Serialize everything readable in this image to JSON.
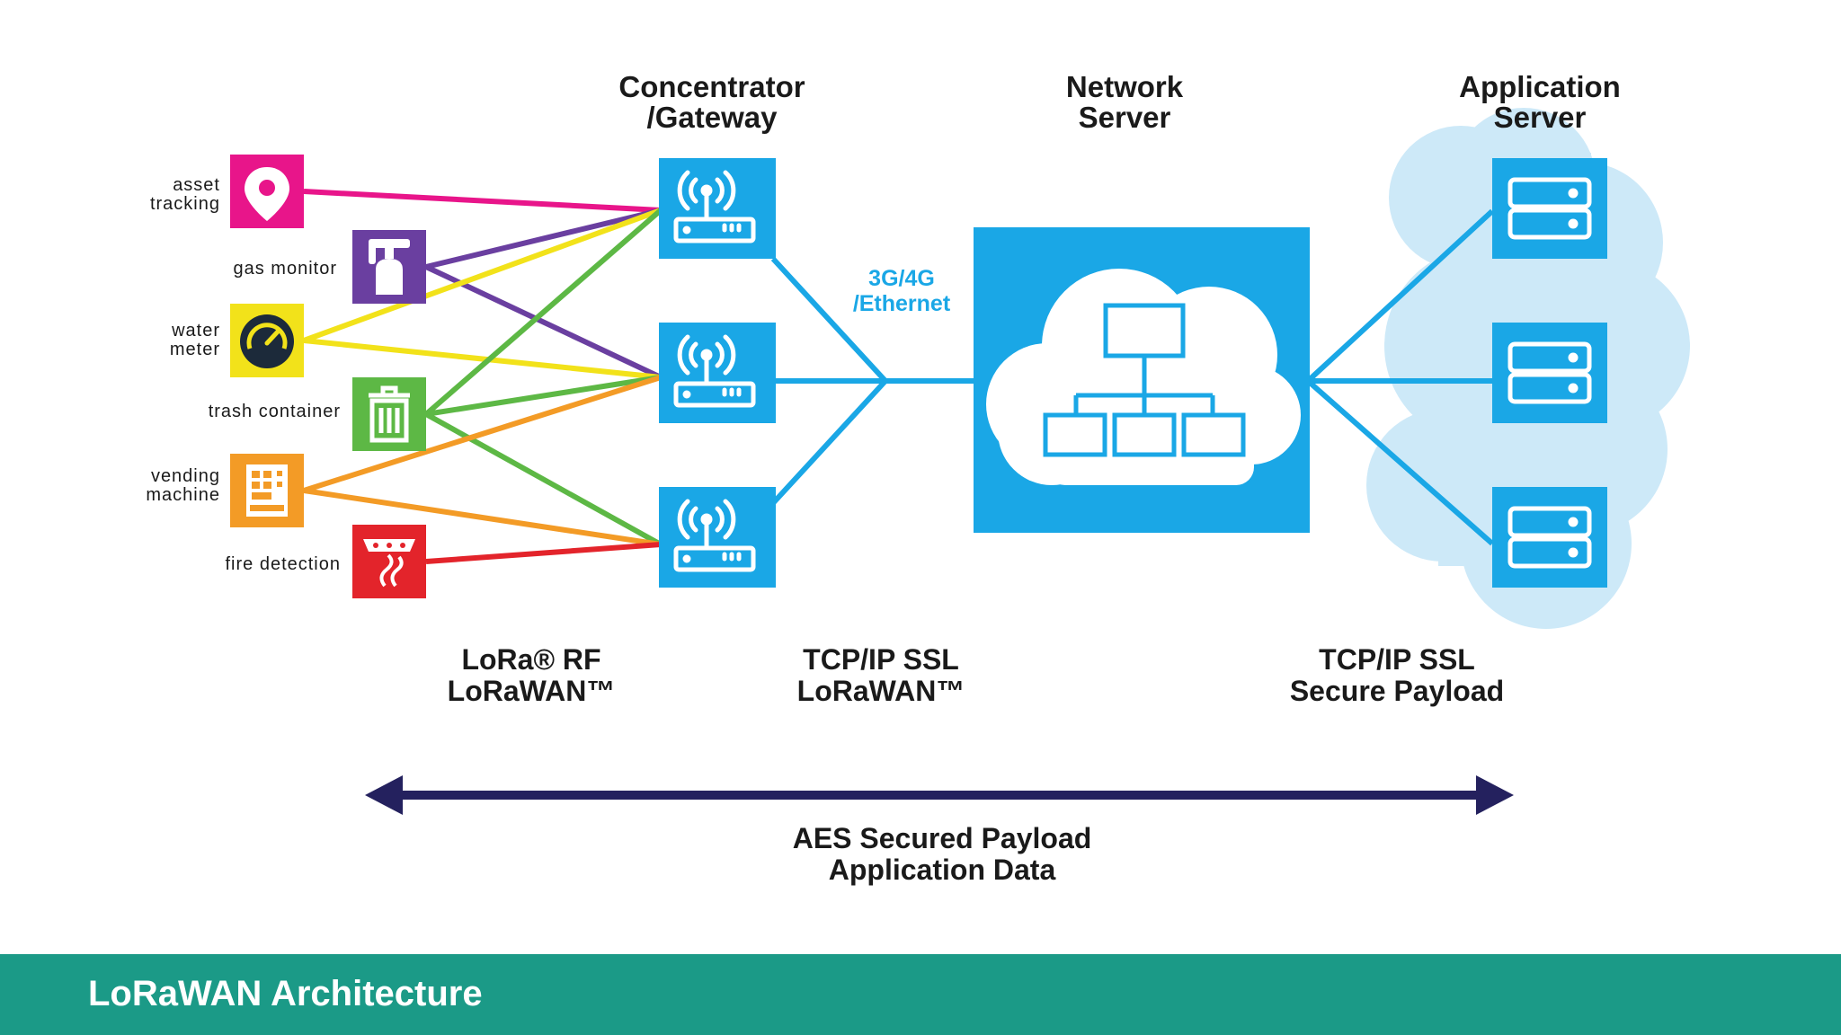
{
  "headers": {
    "gateway": [
      "Concentrator",
      "/Gateway"
    ],
    "network": [
      "Network",
      "Server"
    ],
    "application": [
      "Application",
      "Server"
    ]
  },
  "devices": [
    {
      "lines": [
        "asset",
        "tracking"
      ],
      "color": "#e8158a",
      "icon": "location-pin-icon"
    },
    {
      "lines": [
        "gas monitor"
      ],
      "color": "#6a3fa0",
      "icon": "gas-cylinder-icon"
    },
    {
      "lines": [
        "water",
        "meter"
      ],
      "color": "#f2e21a",
      "icon": "gauge-icon"
    },
    {
      "lines": [
        "trash container"
      ],
      "color": "#5db845",
      "icon": "trash-can-icon"
    },
    {
      "lines": [
        "vending",
        "machine"
      ],
      "color": "#f39b26",
      "icon": "vending-machine-icon"
    },
    {
      "lines": [
        "fire detection"
      ],
      "color": "#e3242b",
      "icon": "smoke-detector-icon"
    }
  ],
  "backhaul_label": [
    "3G/4G",
    "/Ethernet"
  ],
  "protocols": {
    "rf": [
      "LoRa® RF",
      "LoRaWAN™"
    ],
    "network": [
      "TCP/IP SSL",
      "LoRaWAN™"
    ],
    "app": [
      "TCP/IP SSL",
      "Secure Payload"
    ]
  },
  "aes_label": [
    "AES Secured Payload",
    "Application Data"
  ],
  "footer_title": "LoRaWAN Architecture",
  "colors": {
    "blue": "#1aa7e6",
    "cloud_bg": "#cde9f8",
    "arrow": "#24215e",
    "footer": "#1b9a87"
  }
}
